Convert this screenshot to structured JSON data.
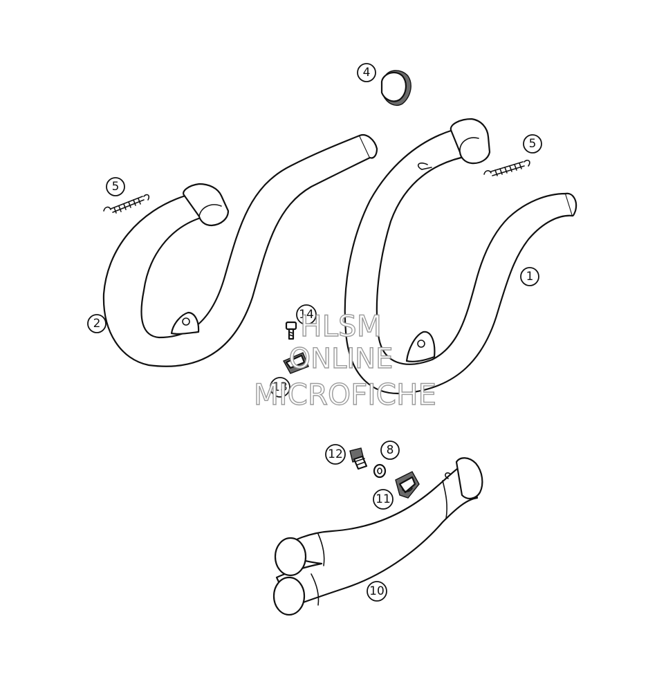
{
  "callouts": {
    "c1": "1",
    "c2": "2",
    "c4": "4",
    "c5a": "5",
    "c5b": "5",
    "c8": "8",
    "c10": "10",
    "c11": "11",
    "c12": "12",
    "c13": "13",
    "c14": "14"
  },
  "watermark": {
    "line1": "HLSM",
    "line2": "ONLINE",
    "line3": "MICROFICHE"
  }
}
